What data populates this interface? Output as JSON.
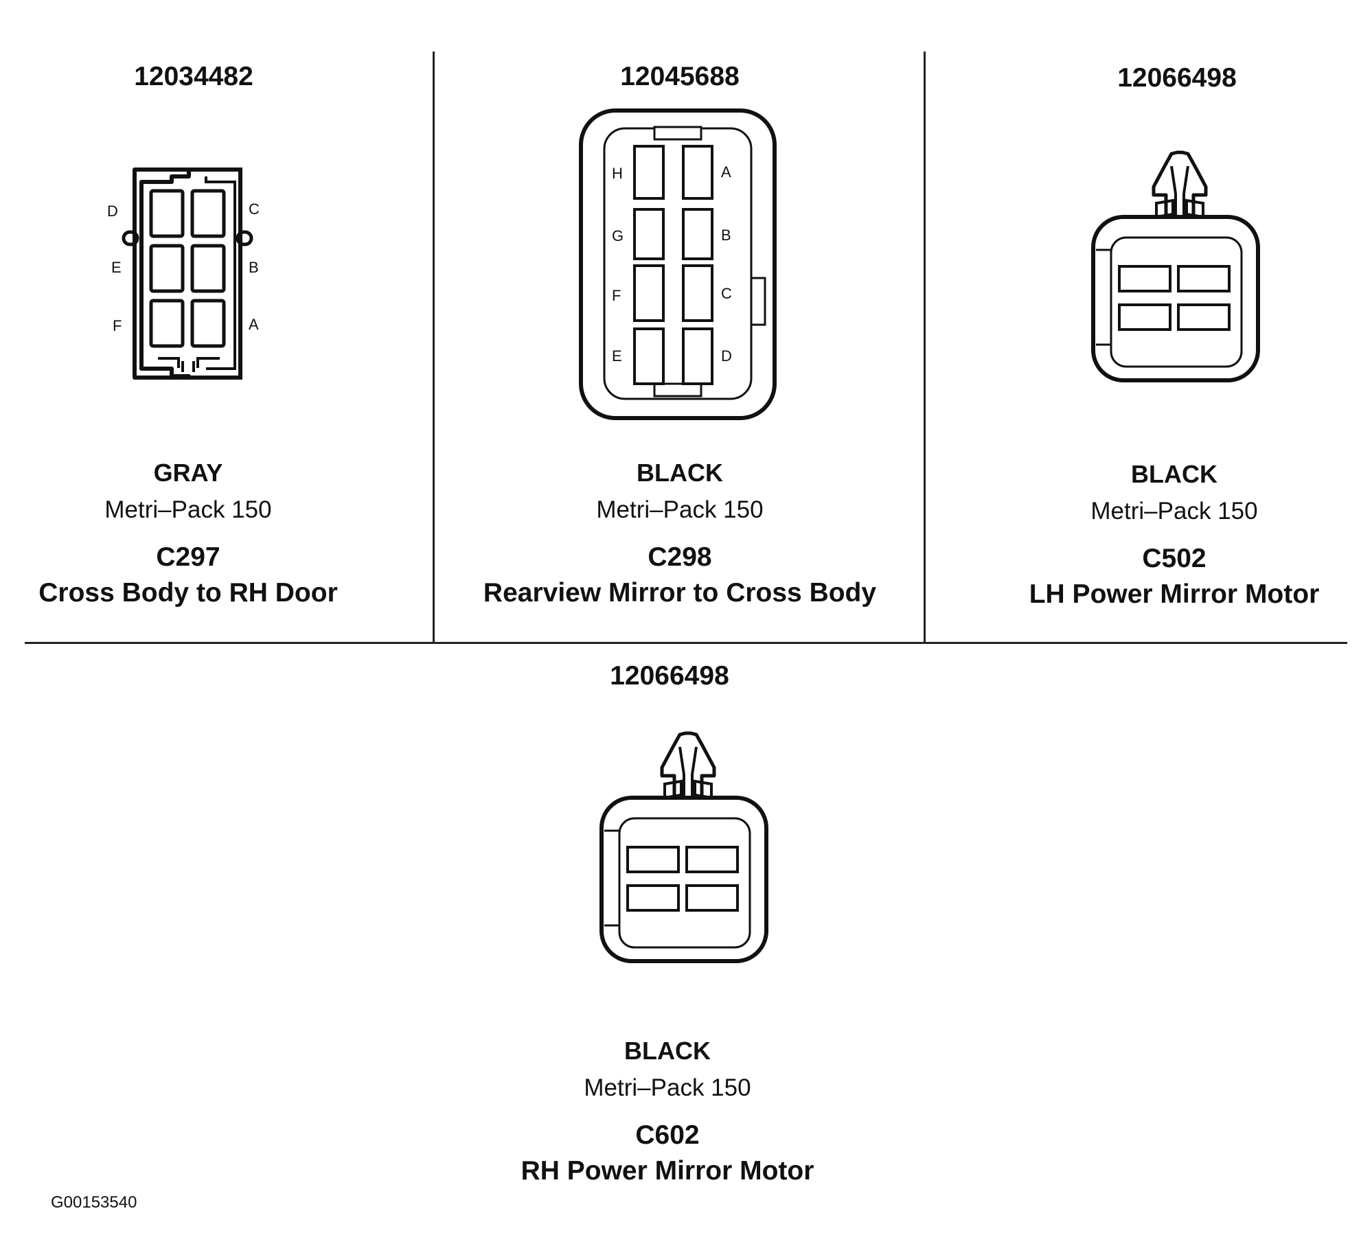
{
  "connectors": [
    {
      "part_number": "12034482",
      "color": "GRAY",
      "family": "Metri–Pack 150",
      "connector_id": "C297",
      "description": "Cross Body to RH Door",
      "pin_labels_left": [
        "D",
        "E",
        "F"
      ],
      "pin_labels_right": [
        "C",
        "B",
        "A"
      ]
    },
    {
      "part_number": "12045688",
      "color": "BLACK",
      "family": "Metri–Pack 150",
      "connector_id": "C298",
      "description": "Rearview Mirror to Cross Body",
      "pin_labels_left": [
        "H",
        "G",
        "F",
        "E"
      ],
      "pin_labels_right": [
        "A",
        "B",
        "C",
        "D"
      ]
    },
    {
      "part_number": "12066498",
      "color": "BLACK",
      "family": "Metri–Pack 150",
      "connector_id": "C502",
      "description": "LH Power Mirror Motor"
    },
    {
      "part_number": "12066498",
      "color": "BLACK",
      "family": "Metri–Pack 150",
      "connector_id": "C602",
      "description": "RH Power Mirror Motor"
    }
  ],
  "figure_id": "G00153540"
}
